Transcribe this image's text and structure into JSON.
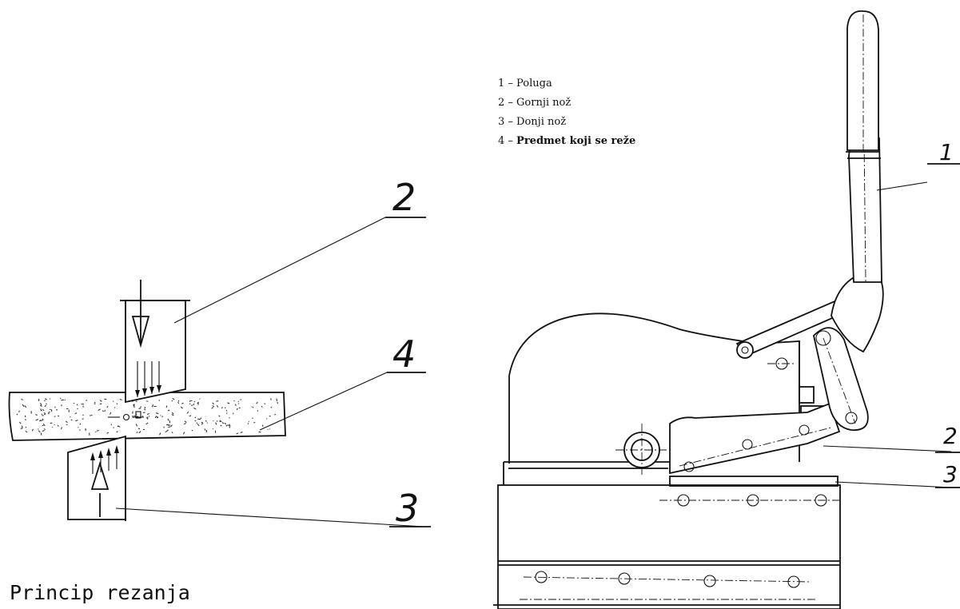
{
  "left_figure": {
    "caption": "Princip rezanja",
    "labels": {
      "upper_knife": "2",
      "workpiece": "4",
      "lower_knife": "3"
    }
  },
  "right_figure": {
    "legend": [
      {
        "num": "1",
        "text": "Poluga"
      },
      {
        "num": "2",
        "text": "Gornji nož"
      },
      {
        "num": "3",
        "text": "Donji nož"
      },
      {
        "num": "4",
        "text": "Predmet koji se reže"
      }
    ],
    "labels": {
      "lever": "1",
      "upper_knife": "2",
      "lower_knife": "3"
    }
  }
}
